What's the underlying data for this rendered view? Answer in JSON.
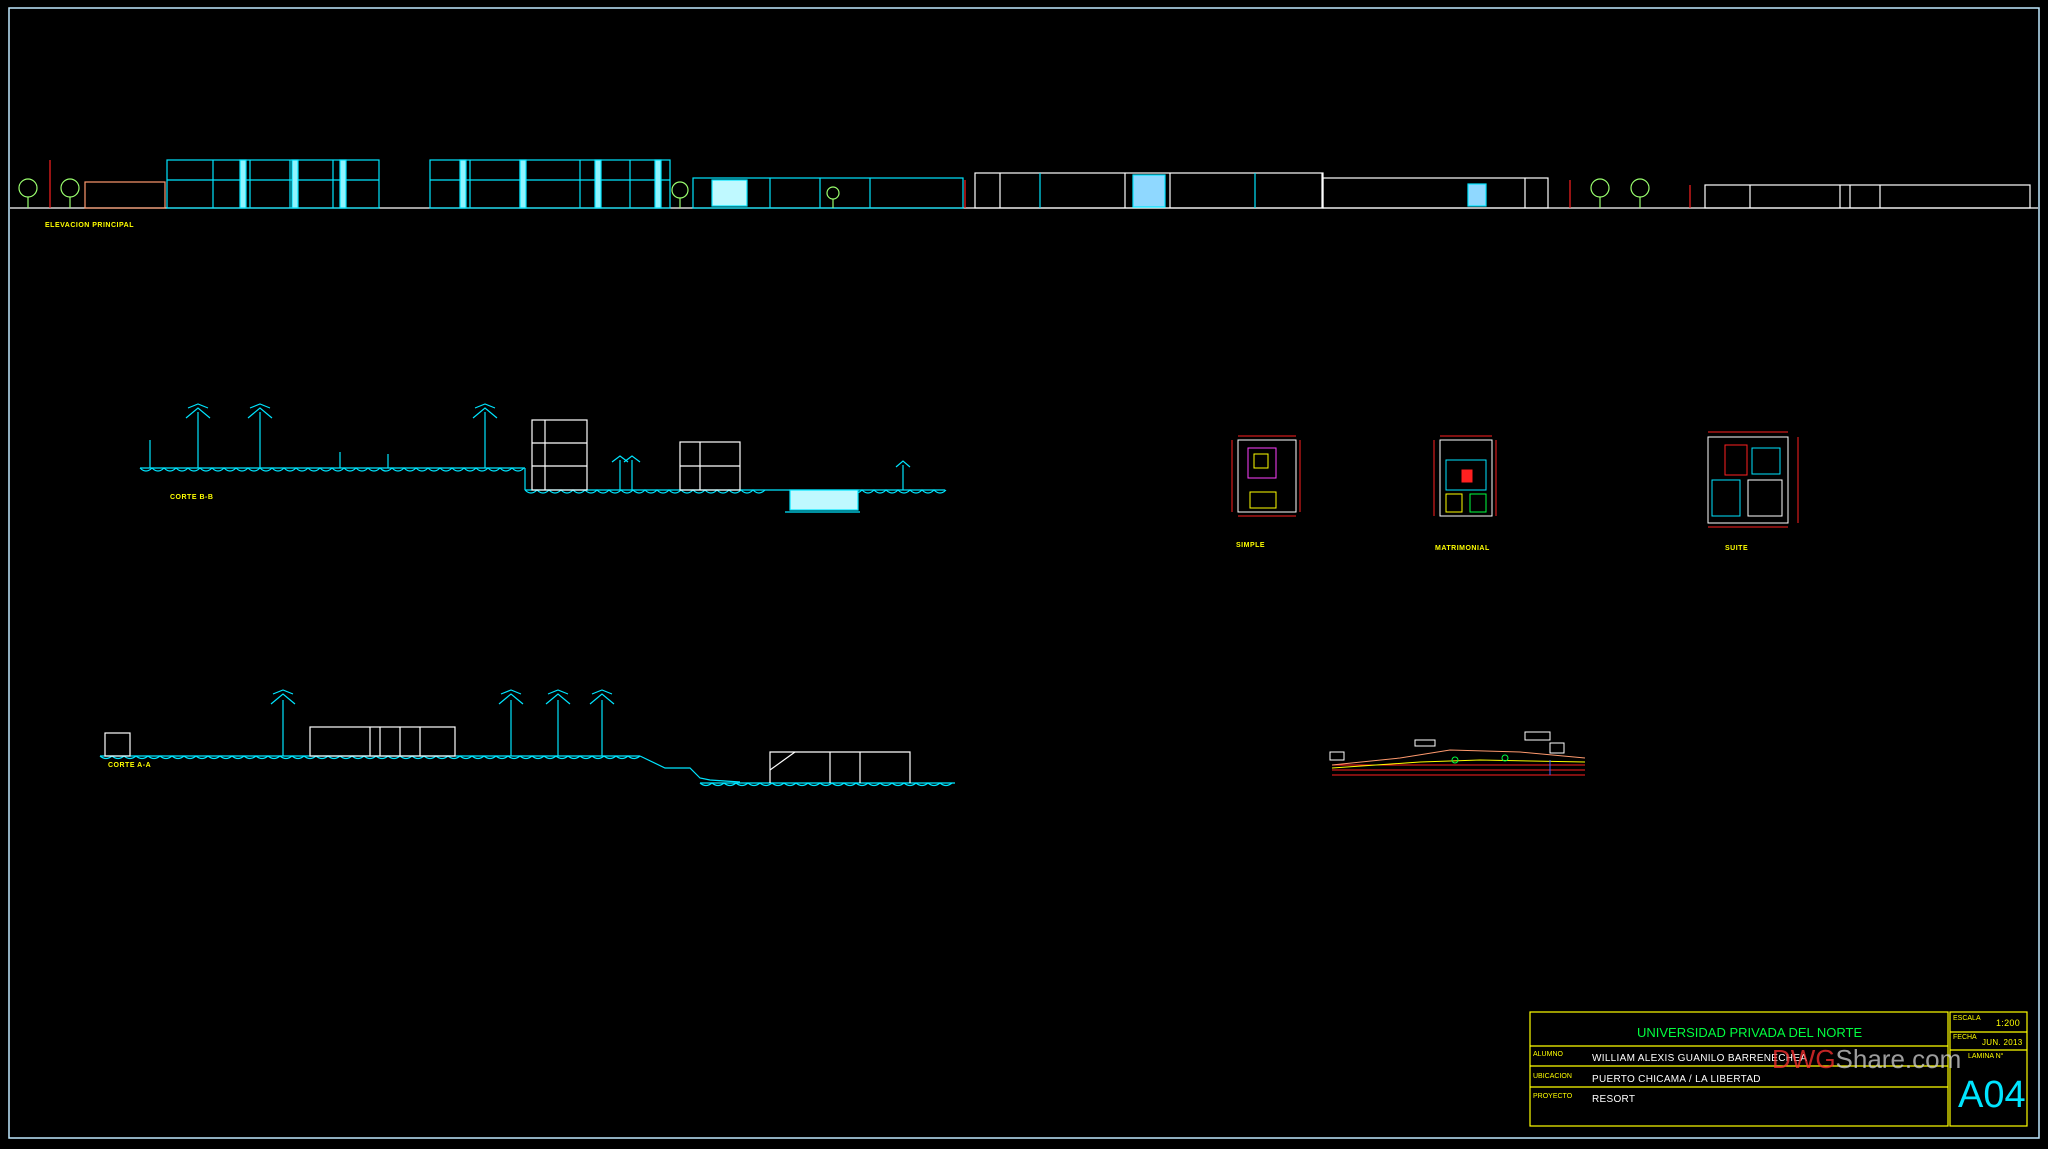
{
  "labels": {
    "elevation": "ELEVACION PRINCIPAL",
    "section_bb": "CORTE B-B",
    "section_aa": "CORTE A-A",
    "room_simple": "SIMPLE",
    "room_matrimonial": "MATRIMONIAL",
    "room_suite": "SUITE"
  },
  "title_block": {
    "university": "UNIVERSIDAD PRIVADA DEL NORTE",
    "alumno_label": "ALUMNO",
    "alumno_value": "WILLIAM ALEXIS GUANILO BARRENECHEA",
    "ubicacion_label": "UBICACION",
    "ubicacion_value": "PUERTO CHICAMA / LA LIBERTAD",
    "proyecto_label": "PROYECTO",
    "proyecto_value": "RESORT",
    "escala_label": "ESCALA",
    "escala_value": "1:200",
    "fecha_label": "FECHA",
    "fecha_value": "JUN. 2013",
    "lamina_label": "LAMINA N°",
    "sheet_number": "A04"
  },
  "watermark": {
    "part1": "DWG",
    "part2": "Share.com"
  },
  "colors": {
    "cyan": "#00e5ff",
    "frame": "#bfe9ff",
    "yellow": "#ffff00",
    "green": "#00ff40",
    "red": "#ff2020",
    "white": "#ffffff"
  }
}
